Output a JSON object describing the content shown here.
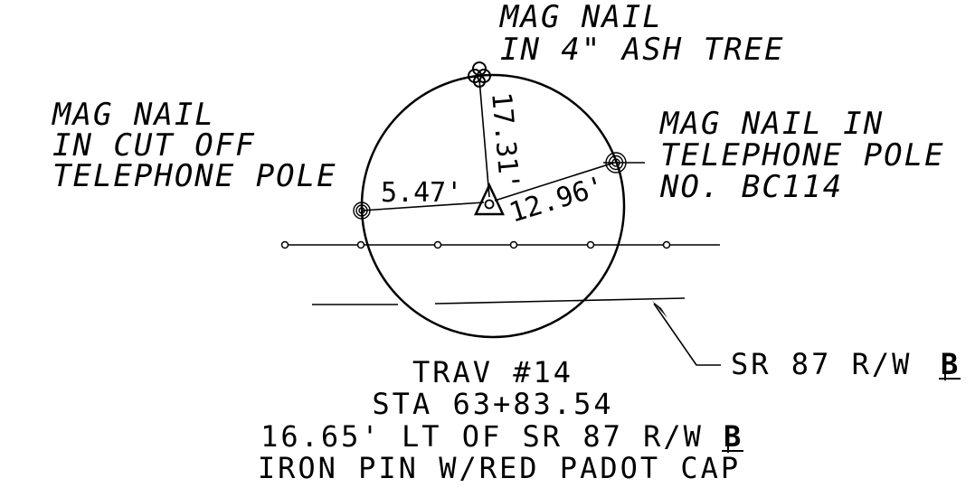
{
  "labels": {
    "ash_tree_line1": "MAG NAIL",
    "ash_tree_line2": "IN 4\" ASH TREE",
    "cut_pole_line1": "MAG NAIL",
    "cut_pole_line2": "IN CUT OFF",
    "cut_pole_line3": "TELEPHONE POLE",
    "bc114_line1": "MAG NAIL IN",
    "bc114_line2": "TELEPHONE POLE",
    "bc114_line3": "NO. BC114",
    "rw_callout": "SR 87 R/W"
  },
  "distances": {
    "to_ash_tree": "17.31'",
    "to_cut_pole": "5.47'",
    "to_bc114_pole": "12.96'"
  },
  "station_block": {
    "line1": "TRAV #14",
    "line2": "STA 63+83.54",
    "line3": "16.65' LT OF SR 87 R/W",
    "line4": "IRON PIN W/RED PADOT CAP"
  },
  "symbols": {
    "baseline_icon": "baseline-symbol-icon",
    "traverse_icon": "triangle-point-icon",
    "tree_icon": "tree-icon",
    "pole_icon": "concentric-pole-icon"
  }
}
